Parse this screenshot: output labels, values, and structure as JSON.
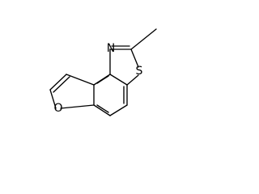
{
  "molecule": {
    "atoms": {
      "nitrogen": "N",
      "sulfur": "S",
      "oxygen": "O",
      "methyl": "Me"
    }
  },
  "colors": {
    "background": "#ffffff",
    "ink": "#000000"
  }
}
